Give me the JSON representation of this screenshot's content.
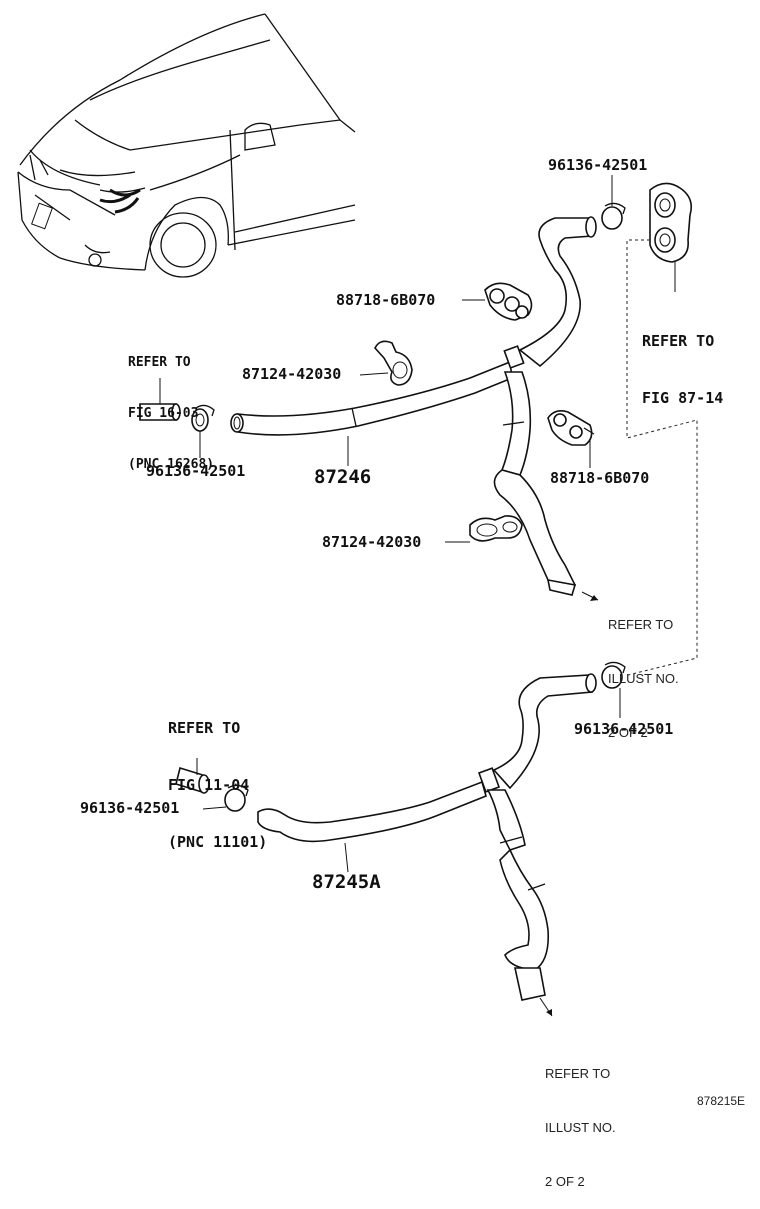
{
  "diagram": {
    "figure_code": "878215E",
    "parts": {
      "clamp_top": "96136-42501",
      "bracket_upper": "88718-6B070",
      "clip_upper": "87124-42030",
      "clamp_left_upper": "96136-42501",
      "hose_upper": "87246",
      "bracket_middle": "88718-6B070",
      "clip_middle": "87124-42030",
      "clamp_lower_right": "96136-42501",
      "clamp_lower_left": "96136-42501",
      "hose_lower": "87245A"
    },
    "refs": {
      "fig_87_14": {
        "line1": "REFER TO",
        "line2": "FIG 87-14"
      },
      "fig_16_03": {
        "line1": "REFER TO",
        "line2": "FIG 16-03",
        "line3": "(PNC 16268)"
      },
      "fig_11_04": {
        "line1": "REFER TO",
        "line2": "FIG 11-04",
        "line3": "(PNC 11101)"
      },
      "illust_upper": {
        "line1": "REFER TO",
        "line2": "ILLUST NO.",
        "line3": "2 OF 2"
      },
      "illust_lower": {
        "line1": "REFER TO",
        "line2": "ILLUST NO.",
        "line3": "2 OF 2"
      }
    }
  }
}
